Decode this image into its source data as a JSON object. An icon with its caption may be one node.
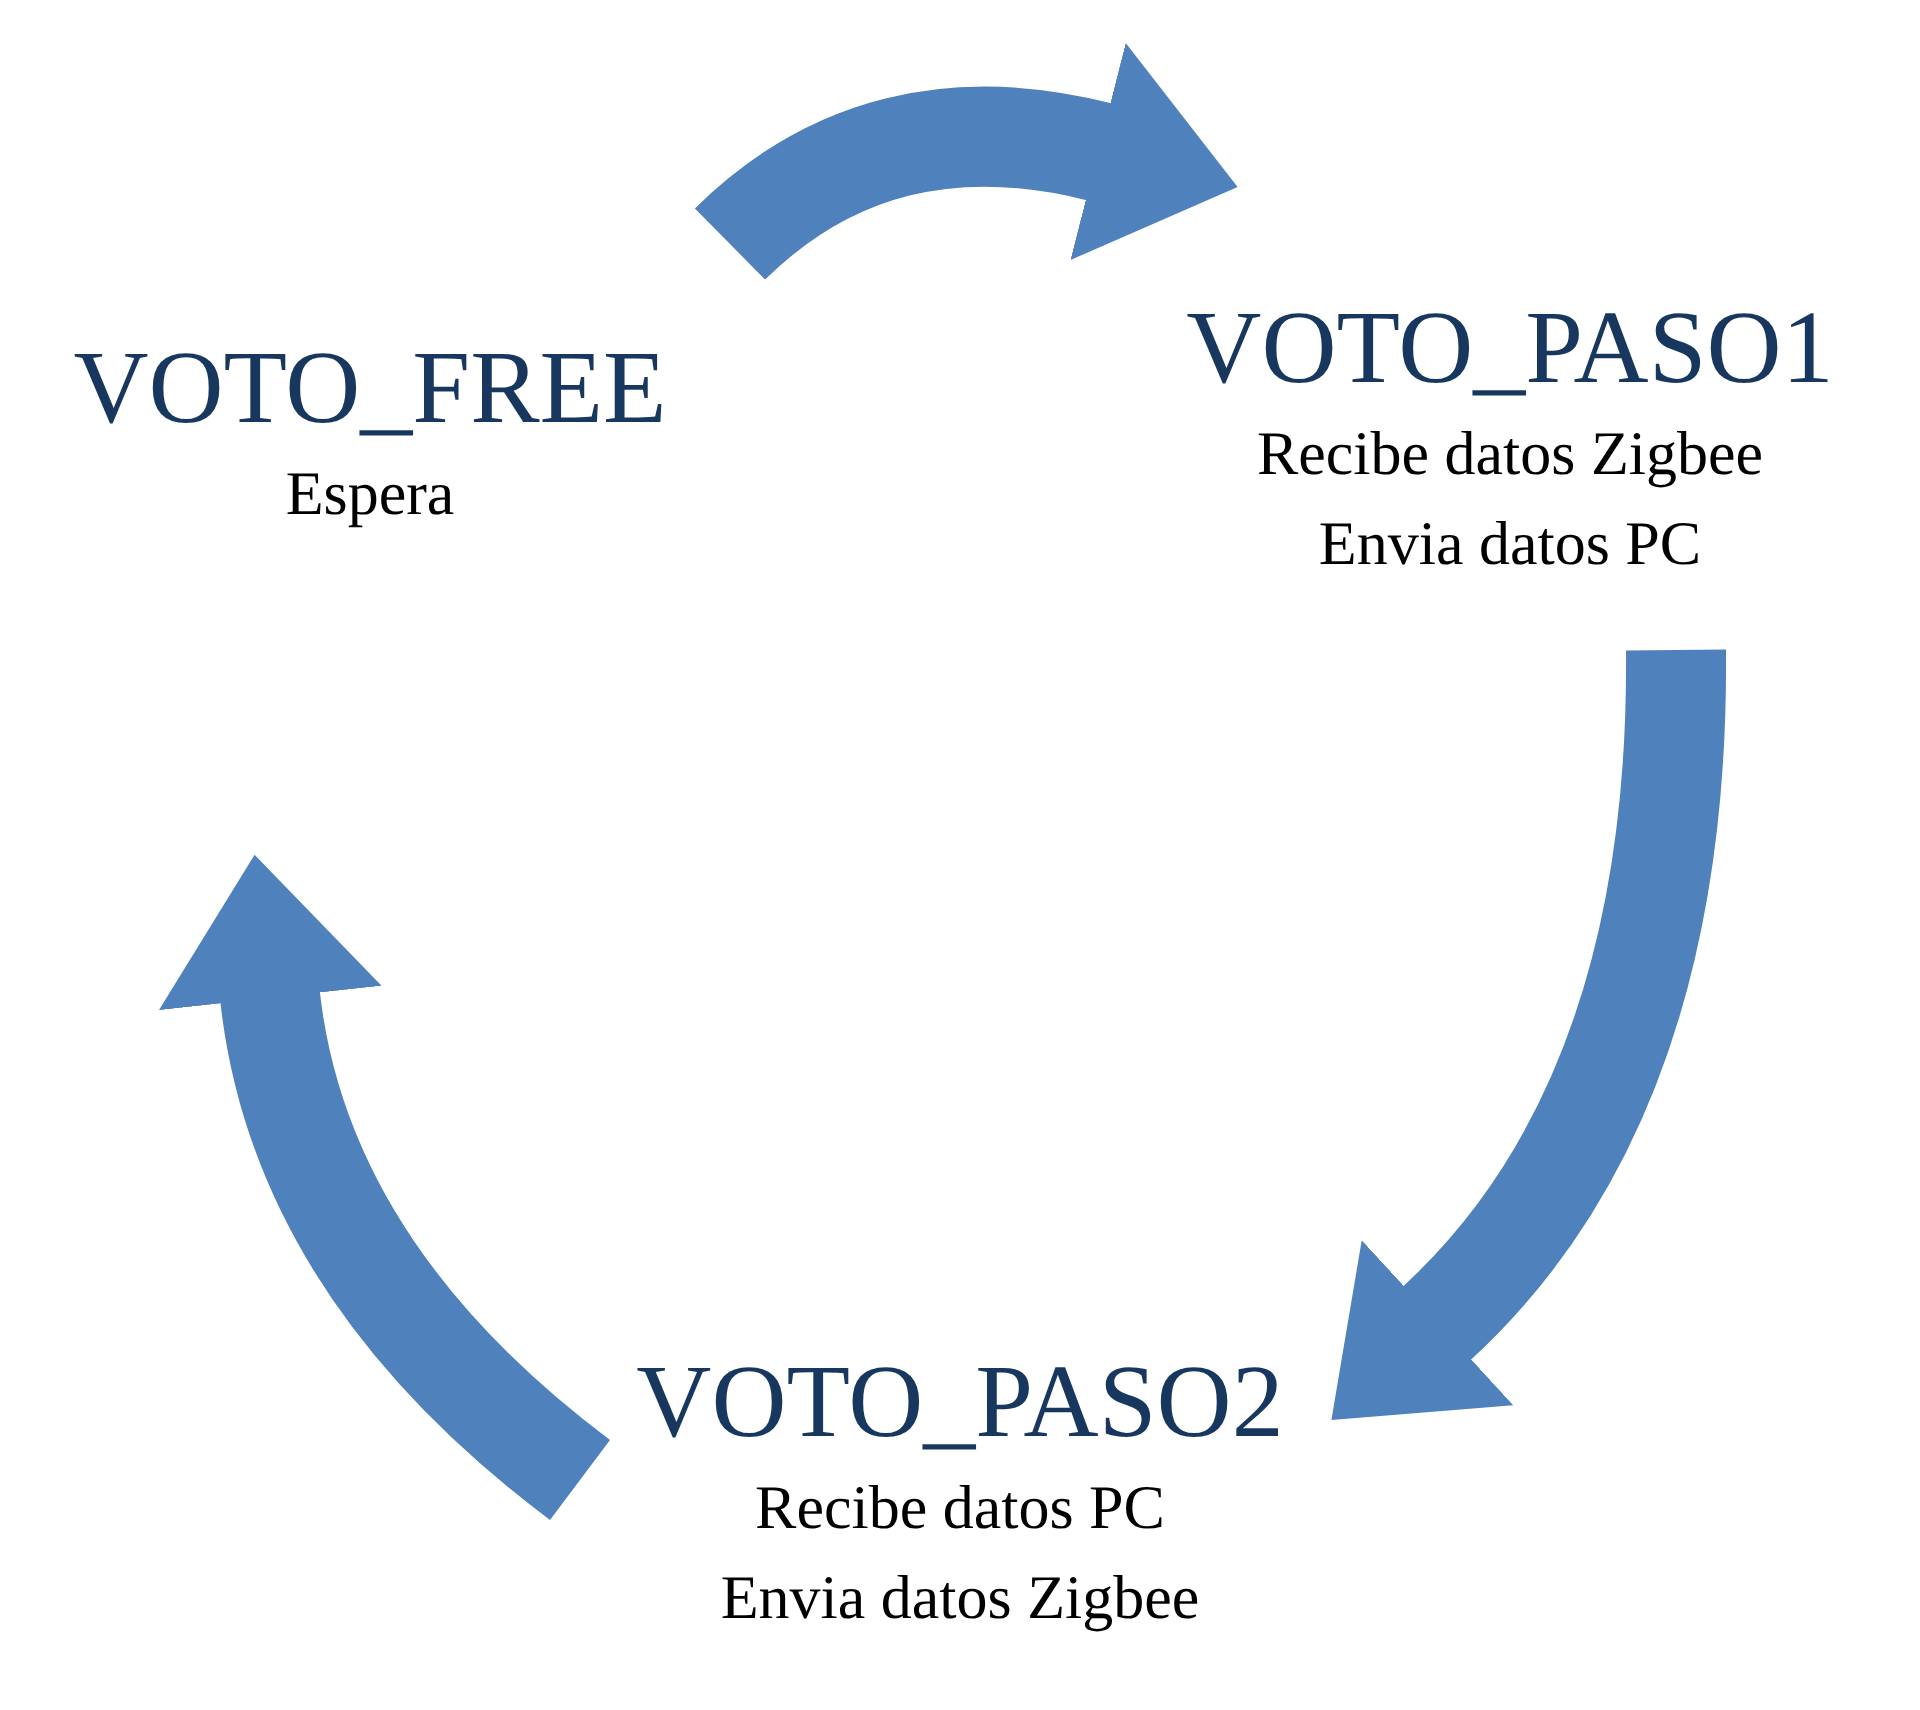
{
  "diagram": {
    "nodes": [
      {
        "text": [
          "VOTO_FREE",
          "Espera"
        ]
      },
      {
        "text": [
          "VOTO_PASO1",
          "Recibe datos Zigbee",
          "Envia datos PC"
        ]
      },
      {
        "text": [
          "VOTO_PASO2",
          "Recibe datos PC",
          "Envia datos Zigbee"
        ]
      }
    ],
    "edges": [
      {
        "from": 0,
        "to": 1,
        "arrow": "to"
      },
      {
        "from": 1,
        "to": 2,
        "arrow": "to"
      },
      {
        "from": 2,
        "to": 0,
        "arrow": "to"
      }
    ]
  }
}
